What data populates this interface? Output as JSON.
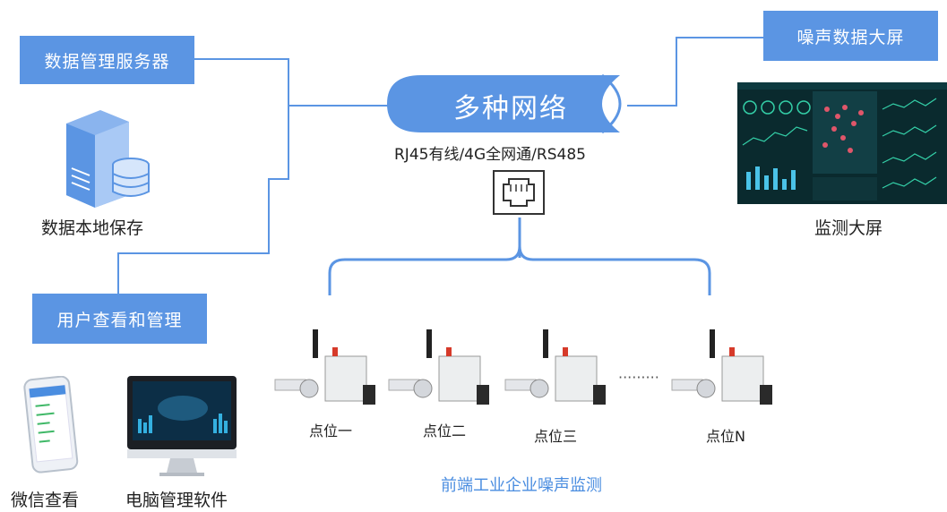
{
  "boxes": {
    "server_mgmt": "数据管理服务器",
    "user_view": "用户查看和管理",
    "noise_screen": "噪声数据大屏"
  },
  "network": {
    "title": "多种网络",
    "protocols": "RJ45有线/4G全网通/RS485"
  },
  "labels": {
    "local_save": "数据本地保存",
    "monitor_screen": "监测大屏",
    "wechat_view": "微信查看",
    "pc_software": "电脑管理软件"
  },
  "points": [
    "点位一",
    "点位二",
    "点位三",
    "点位N"
  ],
  "ellipsis": "·········",
  "footer": "前端工业企业噪声监测",
  "colors": {
    "box": "#5b95e3",
    "line": "#5b95e3",
    "footer": "#4a8de0"
  }
}
